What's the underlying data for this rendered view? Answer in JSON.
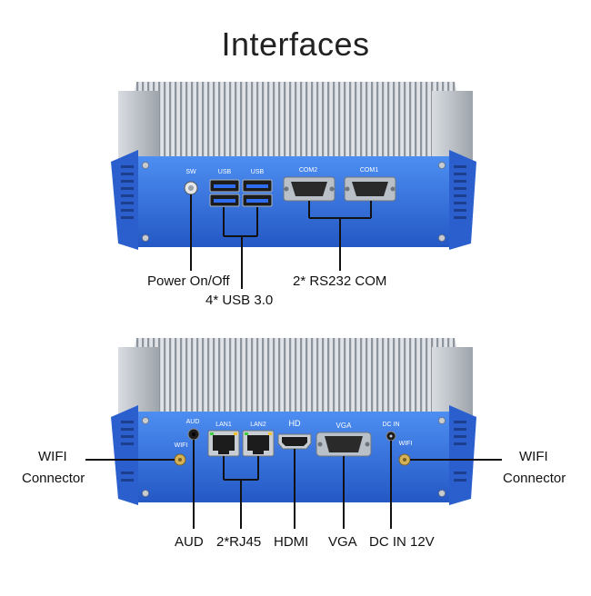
{
  "title": "Interfaces",
  "front_panel": {
    "port_labels": {
      "sw": "SW",
      "usb1": "USB",
      "usb2": "USB",
      "com2": "COM2",
      "com1": "COM1"
    },
    "callouts": {
      "power": "Power On/Off",
      "usb": "4* USB 3.0",
      "com": "2* RS232 COM"
    }
  },
  "rear_panel": {
    "port_labels": {
      "aud": "AUD",
      "lan1": "LAN1",
      "lan2": "LAN2",
      "hd": "HD",
      "vga": "VGA",
      "dcin": "DC IN",
      "wifi_left": "WIFI",
      "wifi_right": "WIFI"
    },
    "callouts": {
      "wifi_left_1": "WIFI",
      "wifi_left_2": "Connector",
      "wifi_right_1": "WIFI",
      "wifi_right_2": "Connector",
      "aud": "AUD",
      "rj45": "2*RJ45",
      "hdmi": "HDMI",
      "vga": "VGA",
      "dc": "DC IN 12V"
    }
  },
  "colors": {
    "chassis_blue": "#2f6fd8",
    "heatsink_gray": "#c9ccd1",
    "port_dark": "#1c1c1c"
  }
}
